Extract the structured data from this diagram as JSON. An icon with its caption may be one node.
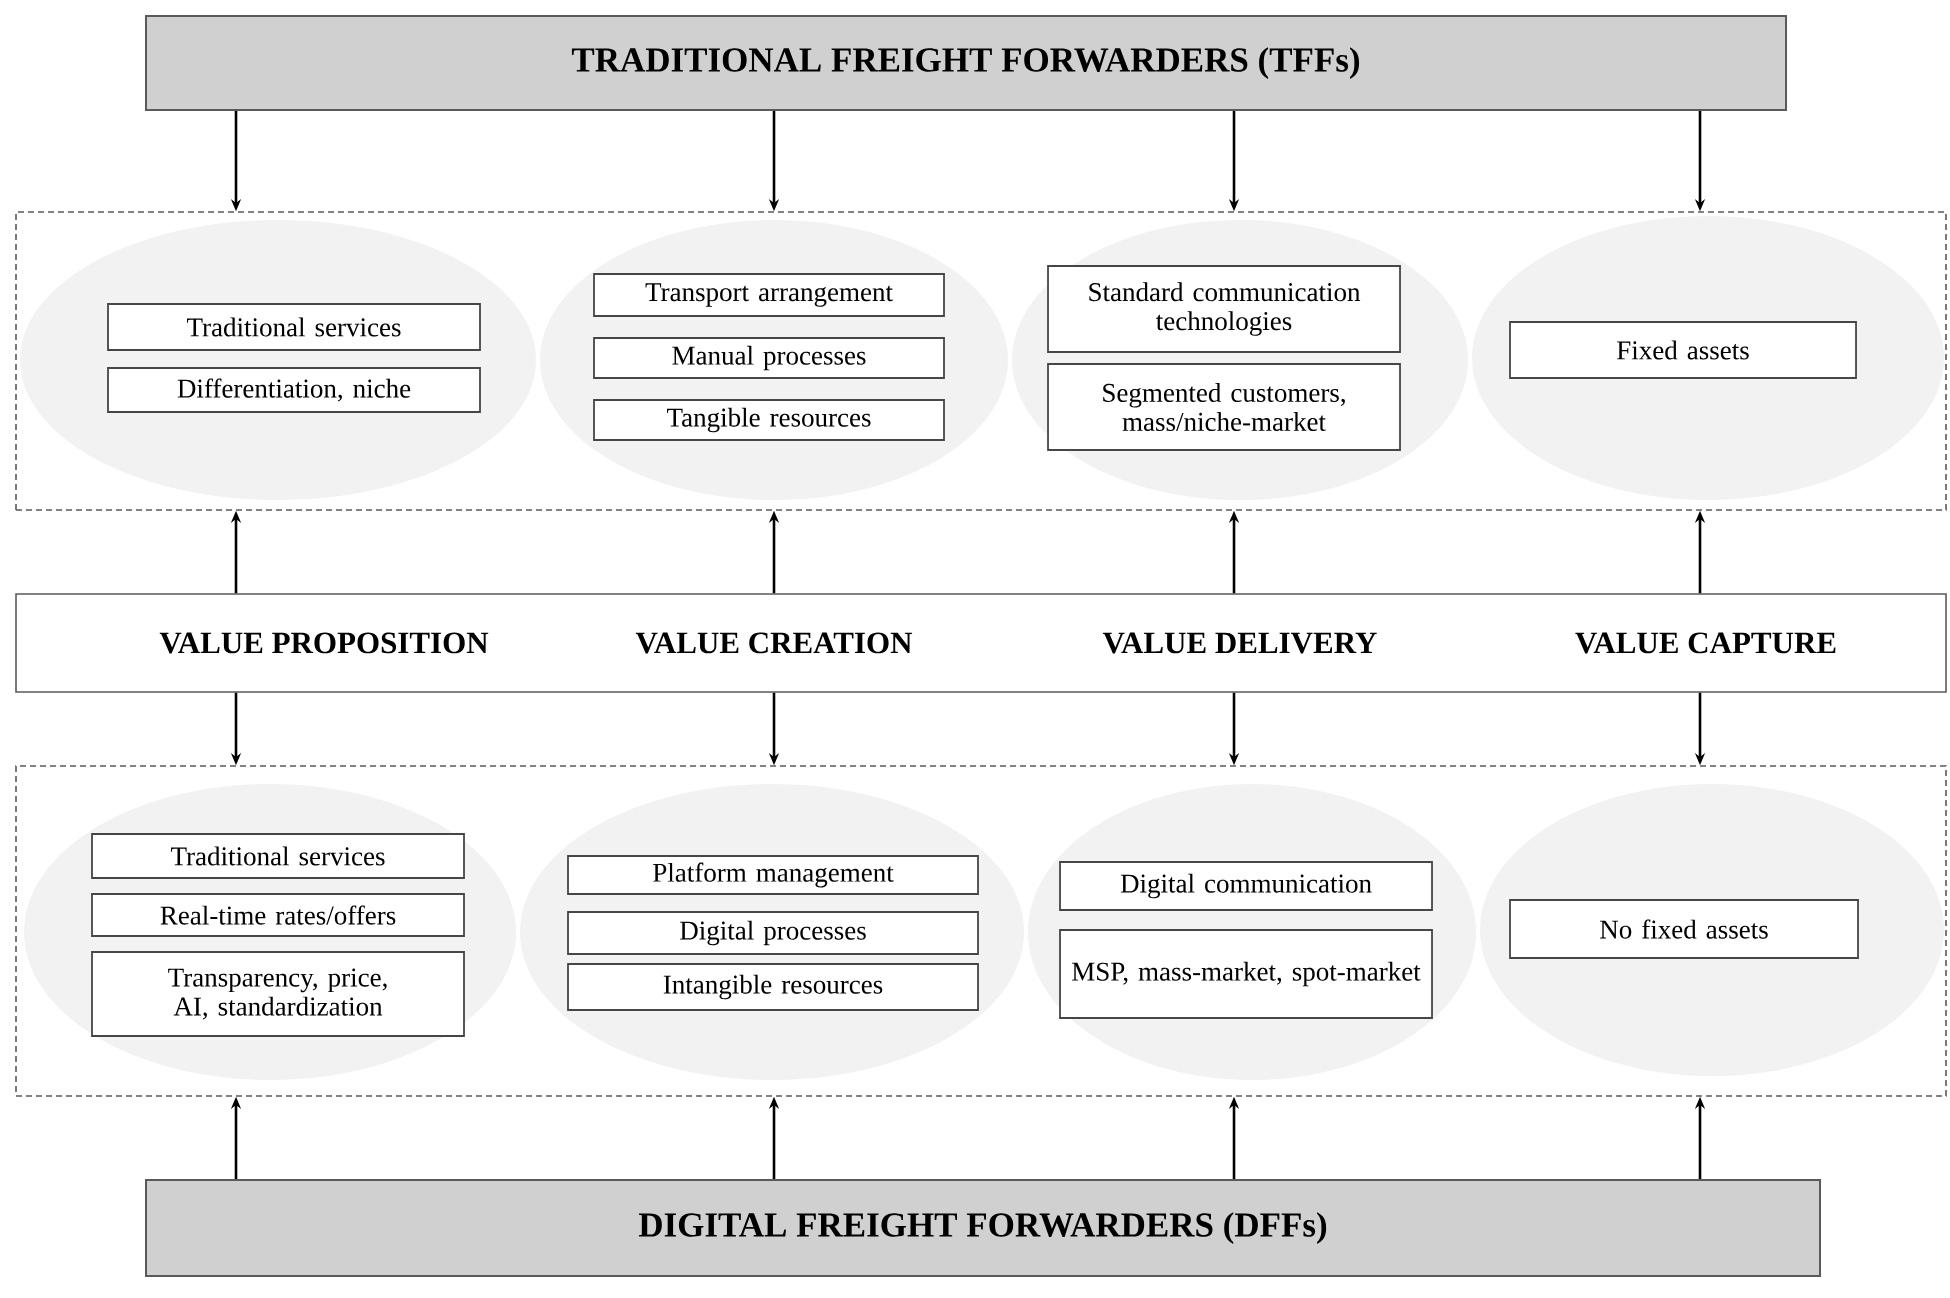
{
  "diagram": {
    "nodes": [
      {
        "text": [
          "TRADITIONAL FREIGHT FORWARDERS (TFFs)"
        ]
      },
      {
        "text": [],
        "shape": "box"
      },
      {
        "text": [],
        "shape": "ellipse",
        "in": 1
      },
      {
        "text": [
          "Traditional services"
        ],
        "in": 2
      },
      {
        "text": [
          "Differentiation, niche"
        ],
        "in": 2
      },
      {
        "text": [],
        "shape": "ellipse",
        "in": 1
      },
      {
        "text": [
          "Transport arrangement"
        ],
        "in": 5
      },
      {
        "text": [
          "Manual processes"
        ],
        "in": 5
      },
      {
        "text": [
          "Tangible resources"
        ],
        "in": 5
      },
      {
        "text": [],
        "shape": "ellipse",
        "in": 1
      },
      {
        "text": [
          "Standard communication technologies"
        ],
        "in": 9
      },
      {
        "text": [
          "Segmented customers, mass/niche-market"
        ],
        "in": 9
      },
      {
        "text": [],
        "shape": "ellipse",
        "in": 1
      },
      {
        "text": [
          "Fixed assets"
        ],
        "in": 12
      },
      {
        "text": [
          "VALUE PROPOSITION",
          "VALUE CREATION",
          "VALUE DELIVERY",
          "VALUE CAPTURE"
        ]
      },
      {
        "text": [],
        "shape": "box"
      },
      {
        "text": [],
        "shape": "ellipse",
        "in": 15
      },
      {
        "text": [
          "Traditional services"
        ],
        "in": 16
      },
      {
        "text": [
          "Real-time rates/offers"
        ],
        "in": 16
      },
      {
        "text": [
          "Transparency, price, AI, standardization"
        ],
        "in": 16
      },
      {
        "text": [],
        "shape": "ellipse",
        "in": 15
      },
      {
        "text": [
          "Platform management"
        ],
        "in": 20
      },
      {
        "text": [
          "Digital processes"
        ],
        "in": 20
      },
      {
        "text": [
          "Intangible resources"
        ],
        "in": 20
      },
      {
        "text": [],
        "shape": "ellipse",
        "in": 15
      },
      {
        "text": [
          "Digital communication"
        ],
        "in": 24
      },
      {
        "text": [
          "MSP, mass-market, spot-market"
        ],
        "in": 24
      },
      {
        "text": [],
        "shape": "ellipse",
        "in": 15
      },
      {
        "text": [
          "No fixed assets"
        ],
        "in": 27
      },
      {
        "text": [
          "DIGITAL FREIGHT FORWARDERS (DFFs)"
        ]
      }
    ],
    "edges": [
      {
        "from": 0,
        "to": 1,
        "arrow": "to"
      },
      {
        "from": 0,
        "to": 1,
        "arrow": "to"
      },
      {
        "from": 0,
        "to": 1,
        "arrow": "to"
      },
      {
        "from": 0,
        "to": 1,
        "arrow": "to"
      },
      {
        "from": 14,
        "to": 1,
        "arrow": "to"
      },
      {
        "from": 14,
        "to": 1,
        "arrow": "to"
      },
      {
        "from": 14,
        "to": 1,
        "arrow": "to"
      },
      {
        "from": 14,
        "to": 1,
        "arrow": "to"
      },
      {
        "from": 14,
        "to": 15,
        "arrow": "to"
      },
      {
        "from": 14,
        "to": 15,
        "arrow": "to"
      },
      {
        "from": 14,
        "to": 15,
        "arrow": "to"
      },
      {
        "from": 14,
        "to": 15,
        "arrow": "to"
      },
      {
        "from": 29,
        "to": 15,
        "arrow": "to"
      },
      {
        "from": 29,
        "to": 15,
        "arrow": "to"
      },
      {
        "from": 29,
        "to": 15,
        "arrow": "to"
      },
      {
        "from": 29,
        "to": 15,
        "arrow": "to"
      }
    ]
  }
}
